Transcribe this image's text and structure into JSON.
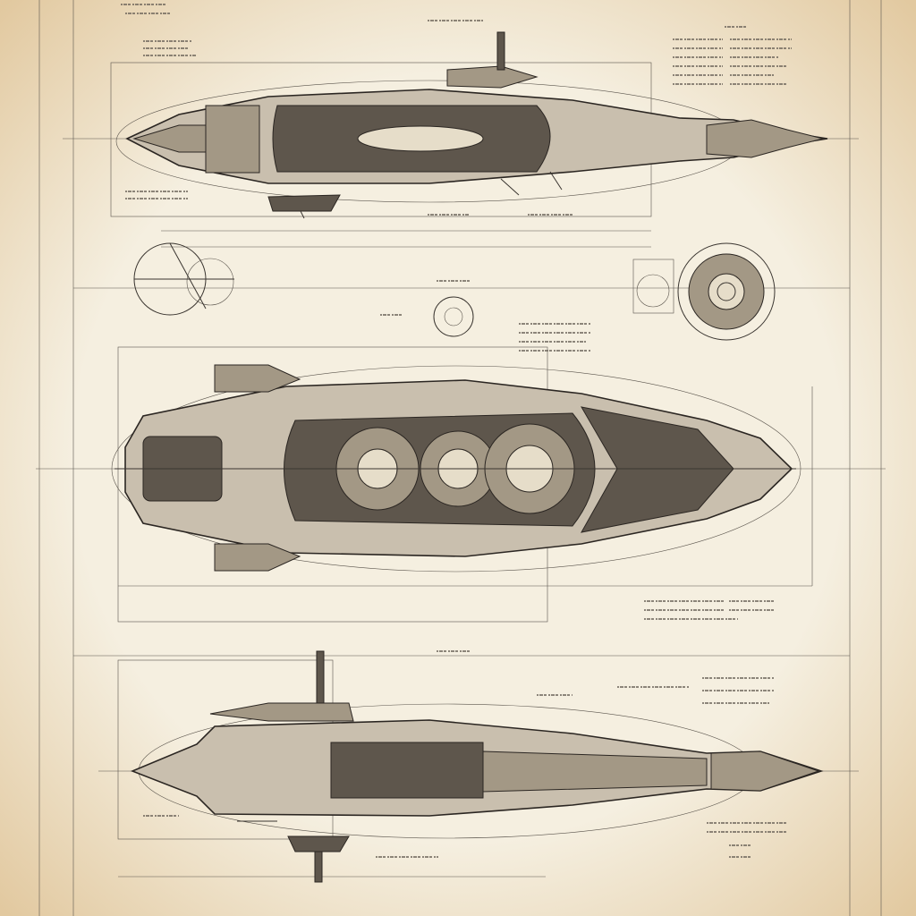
{
  "colors": {
    "paper": "#f3ecdc",
    "paper_stain": "#e2c9a0",
    "ink": "#2b2622",
    "hull": "#c9bfae",
    "hull_shadow": "#5e564c"
  },
  "views": [
    {
      "name": "side-view-top"
    },
    {
      "name": "top-view-center"
    },
    {
      "name": "side-view-bottom"
    }
  ]
}
